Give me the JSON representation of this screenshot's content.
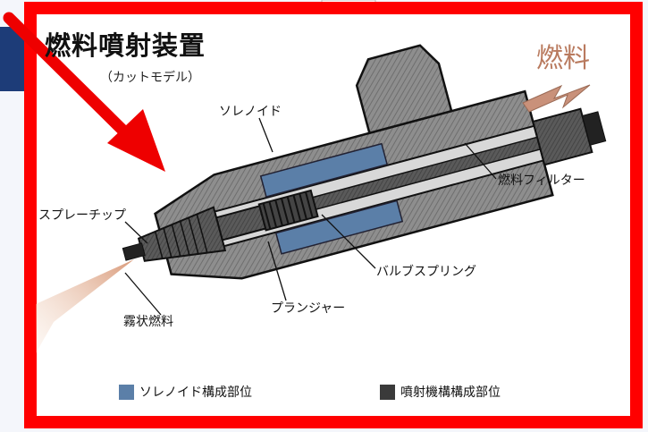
{
  "title": "燃料噴射装置",
  "subtitle": "（カットモデル）",
  "fuel_inlet_label": "燃料",
  "labels": {
    "solenoid": "ソレノイド",
    "fuel_filter": "燃料フィルター",
    "spray_tip": "スプレーチップ",
    "valve_spring": "バルブスプリング",
    "plunger": "プランジャー",
    "atomized_fuel": "霧状燃料"
  },
  "legend": [
    {
      "label": "ソレノイド構成部位",
      "color": "#5b7fa8"
    },
    {
      "label": "噴射機構構成部位",
      "color": "#3a3a3a"
    }
  ],
  "colors": {
    "frame_red": "#ff0000",
    "pointer_red": "#ee0000",
    "navy": "#1d3c78",
    "fuel_arrow": "#c9917a",
    "spray": "#e8b99c",
    "body_gray": "#8c8c8c",
    "solenoid_blue": "#5b7fa8"
  }
}
